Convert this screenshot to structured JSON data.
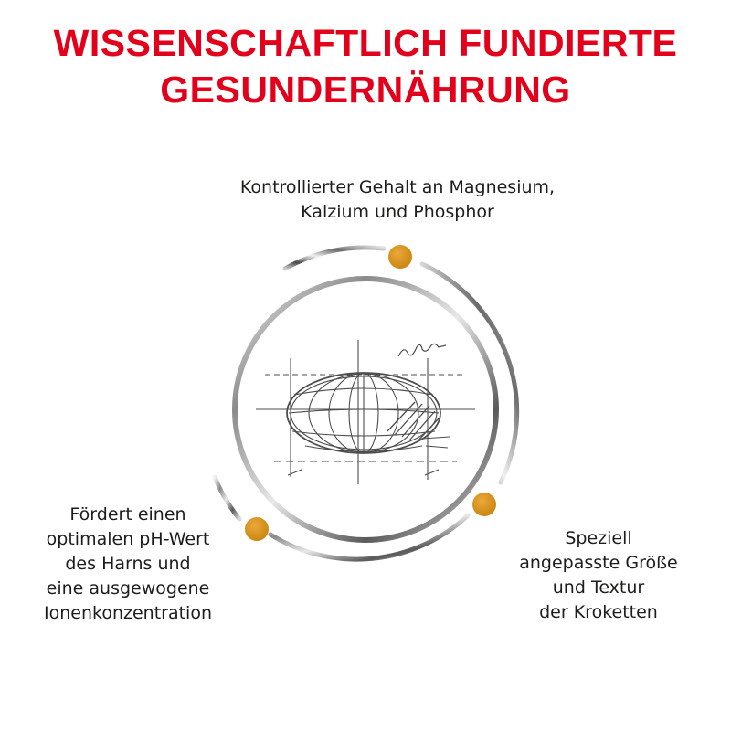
{
  "headline": {
    "line1": "WISSENSCHAFTLICH FUNDIERTE",
    "line2": "GESUNDERNÄHRUNG"
  },
  "benefits": {
    "top": {
      "lines": [
        "Kontrollierter Gehalt an Magnesium,",
        "Kalzium und Phosphor"
      ]
    },
    "left": {
      "lines": [
        "Fördert einen",
        "optimalen pH-Wert",
        "des Harns und",
        "eine ausgewogene",
        "Ionenkonzentration"
      ]
    },
    "right": {
      "lines": [
        "Speziell",
        "angepasste Größe",
        "und Textur",
        "der Kroketten"
      ]
    }
  },
  "illustration": {
    "signature": "kibble-sketch-signature"
  },
  "colors": {
    "headline": "#e2001a",
    "text": "#1d1d1b",
    "dot": "#d9941a",
    "ring_light": "#e6e6e6",
    "ring_dark": "#555555"
  }
}
